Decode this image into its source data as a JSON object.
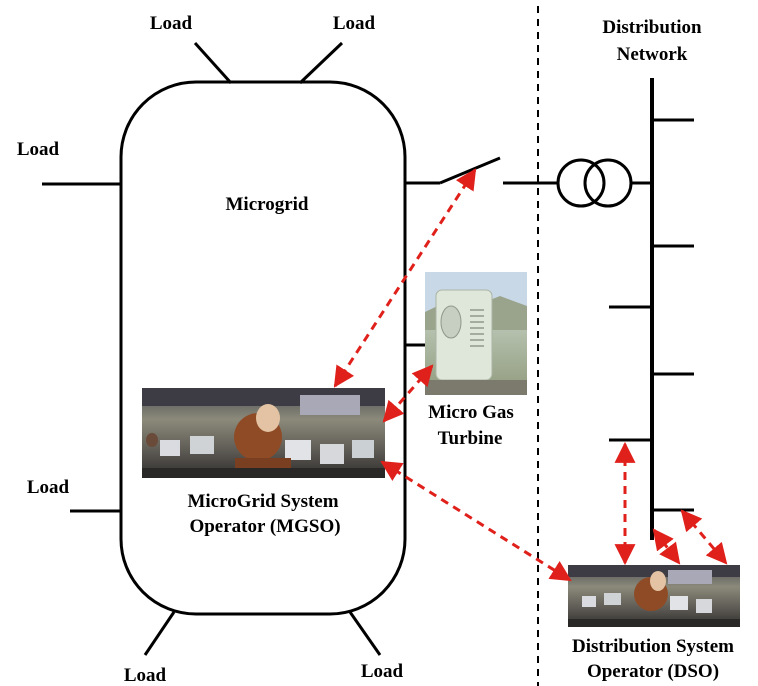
{
  "labels": {
    "load_top_left": "Load",
    "load_top_right": "Load",
    "load_left_upper": "Load",
    "load_left_lower": "Load",
    "load_bottom_left": "Load",
    "load_bottom_right": "Load",
    "microgrid": "Microgrid",
    "distribution_network_line1": "Distribution",
    "distribution_network_line2": "Network",
    "micro_gas_turbine_line1": "Micro Gas",
    "micro_gas_turbine_line2": "Turbine",
    "mgso_line1": "MicroGrid System",
    "mgso_line2": "Operator (MGSO)",
    "dso_line1": "Distribution System",
    "dso_line2": "Operator (DSO)"
  },
  "colors": {
    "line": "#000000",
    "comm_arrow": "#e0201b"
  },
  "icons": {
    "transformer": "transformer-icon",
    "switch": "circuit-breaker-icon",
    "turbine": "micro-gas-turbine-photo",
    "control_room": "control-room-photo"
  }
}
